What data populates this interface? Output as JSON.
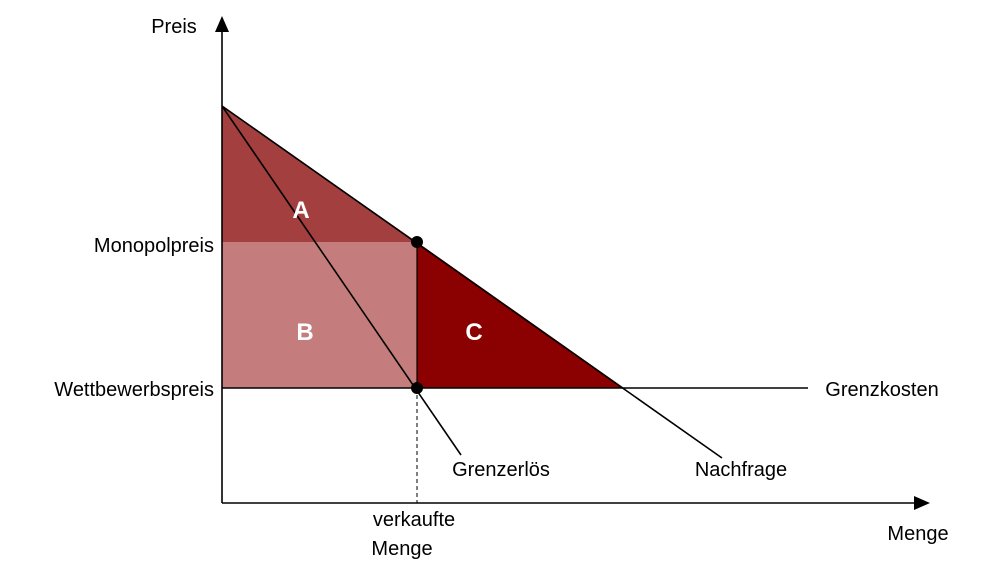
{
  "axes": {
    "y_label": "Preis",
    "x_label": "Menge"
  },
  "price_levels": {
    "monopoly": "Monopolpreis",
    "competitive": "Wettbewerbspreis"
  },
  "quantity": {
    "line1": "verkaufte",
    "line2": "Menge"
  },
  "curves": {
    "marginal_cost": "Grenzkosten",
    "marginal_revenue": "Grenzerlös",
    "demand": "Nachfrage"
  },
  "regions": {
    "a": "A",
    "b": "B",
    "c": "C"
  },
  "colors": {
    "region_a": "#a33f3f",
    "region_b": "#c47c7c",
    "region_c": "#8b0000",
    "line": "#000000",
    "background": "#ffffff"
  }
}
